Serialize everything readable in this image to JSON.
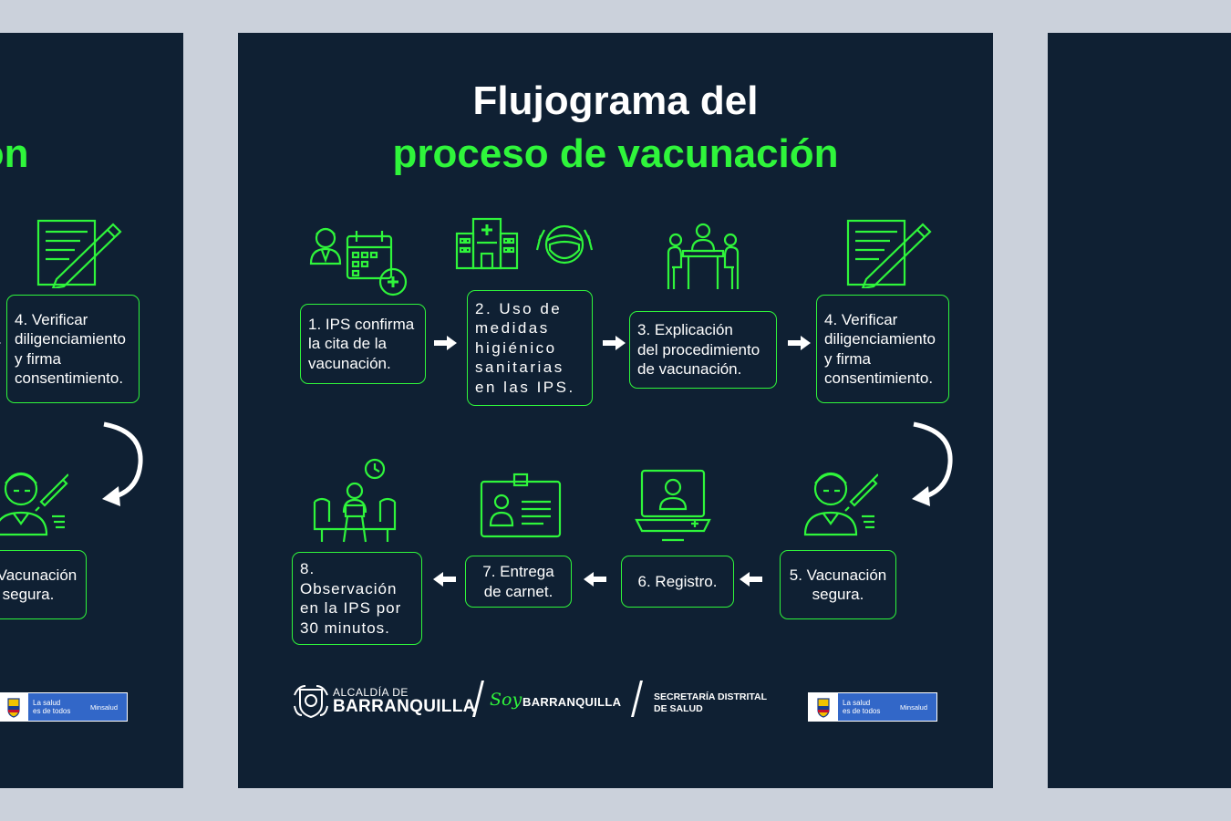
{
  "title": {
    "line1": "Flujograma del",
    "line2": "proceso de vacunación"
  },
  "steps": [
    {
      "label": "1. IPS confirma\nla cita de la\nvacunación."
    },
    {
      "label": "2. Uso de\nmedidas\nhigiénico\nsanitarias\nen las IPS."
    },
    {
      "label": "3. Explicación\ndel procedimiento\nde vacunación."
    },
    {
      "label": "4. Verificar\ndiligenciamiento\ny firma\nconsentimiento."
    },
    {
      "label": "5. Vacunación\nsegura."
    },
    {
      "label": "6. Registro."
    },
    {
      "label": "7. Entrega\nde carnet."
    },
    {
      "label": "8. Observación\nen la IPS por\n30 minutos."
    }
  ],
  "icons": [
    "doctor-calendar-icon",
    "hospital-icon",
    "face-mask-icon",
    "consultation-icon",
    "signing-document-icon",
    "nurse-syringe-icon",
    "computer-registration-icon",
    "id-card-icon",
    "waiting-room-icon"
  ],
  "footer": {
    "alcaldia_small": "ALCALDÍA DE",
    "alcaldia_big": "BARRANQUILLA",
    "soy": "Soy",
    "soy_city": "BARRANQUILLA",
    "secretaria": "SECRETARÍA DISTRITAL\nDE SALUD",
    "minsalud_tag": "La salud\nes de todos",
    "minsalud": "Minsalud"
  },
  "colors": {
    "background": "#0f2033",
    "accent": "#2ff53b",
    "text": "#ffffff",
    "page": "#cbd1db"
  }
}
